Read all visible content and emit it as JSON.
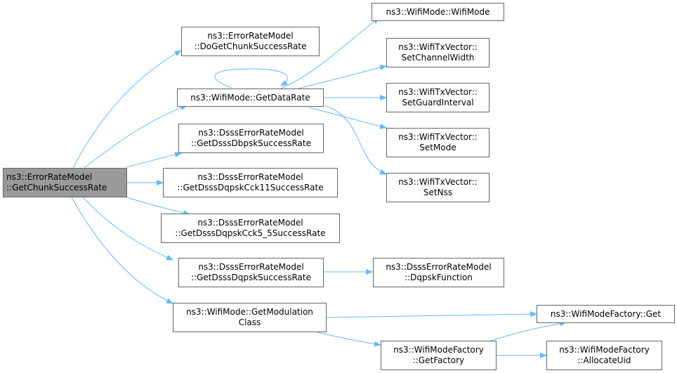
{
  "colors": {
    "edge": "#63b8ff",
    "node_border": "#666666",
    "node_fill": "#ffffff",
    "root_fill": "#999999"
  },
  "nodes": {
    "root": {
      "line1": "ns3::ErrorRateModel",
      "line2": "::GetChunkSuccessRate"
    },
    "do_get_chunk": {
      "line1": "ns3::ErrorRateModel",
      "line2": "::DoGetChunkSuccessRate"
    },
    "get_data_rate": {
      "line1": "ns3::WifiMode::GetDataRate"
    },
    "dbpsk": {
      "line1": "ns3::DsssErrorRateModel",
      "line2": "::GetDsssDbpskSuccessRate"
    },
    "cck11": {
      "line1": "ns3::DsssErrorRateModel",
      "line2": "::GetDsssDqpskCck11SuccessRate"
    },
    "cck55": {
      "line1": "ns3::DsssErrorRateModel",
      "line2": "::GetDsssDqpskCck5_5SuccessRate"
    },
    "dqpsk": {
      "line1": "ns3::DsssErrorRateModel",
      "line2": "::GetDsssDqpskSuccessRate"
    },
    "get_modulation_class": {
      "line1": "ns3::WifiMode::GetModulation",
      "line2": "Class"
    },
    "wifi_mode_ctor": {
      "line1": "ns3::WifiMode::WifiMode"
    },
    "set_channel_width": {
      "line1": "ns3::WifiTxVector::",
      "line2": "SetChannelWidth"
    },
    "set_guard_interval": {
      "line1": "ns3::WifiTxVector::",
      "line2": "SetGuardInterval"
    },
    "set_mode": {
      "line1": "ns3::WifiTxVector::",
      "line2": "SetMode"
    },
    "set_nss": {
      "line1": "ns3::WifiTxVector::",
      "line2": "SetNss"
    },
    "dqpsk_function": {
      "line1": "ns3::DsssErrorRateModel",
      "line2": "::DqpskFunction"
    },
    "factory_get": {
      "line1": "ns3::WifiModeFactory::Get"
    },
    "get_factory": {
      "line1": "ns3::WifiModeFactory",
      "line2": "::GetFactory"
    },
    "allocate_uid": {
      "line1": "ns3::WifiModeFactory",
      "line2": "::AllocateUid"
    }
  }
}
